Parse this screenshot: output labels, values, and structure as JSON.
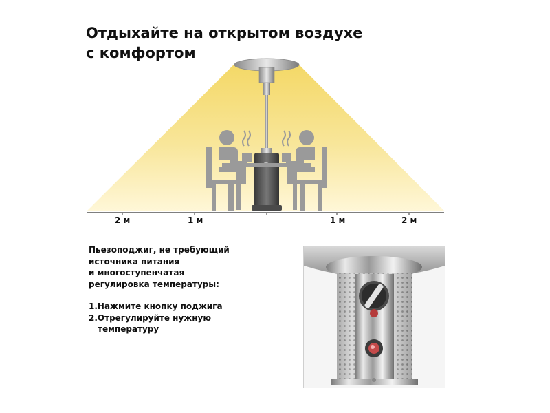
{
  "title": {
    "line1": "Отдыхайте на открытом воздухе",
    "line2": "с комфортом"
  },
  "scale": {
    "labels": [
      "2 м",
      "1 м",
      "1 м",
      "2 м"
    ]
  },
  "info": {
    "intro_lines": [
      "Пьезоподжиг, не требующий",
      "источника питания",
      "и многоступенчатая",
      "регулировка температуры:"
    ],
    "steps": [
      "1.Нажмите кнопку поджига",
      "2.Отрегулируйте нужную",
      "температуру"
    ]
  },
  "colors": {
    "heat_light": "#fff7d8",
    "heat_dark": "#f4d866",
    "figure_gray": "#9a9a9a"
  },
  "icons": [
    "patio-heater",
    "person-left",
    "person-right",
    "table",
    "steam",
    "control-knob",
    "ignition-button"
  ]
}
